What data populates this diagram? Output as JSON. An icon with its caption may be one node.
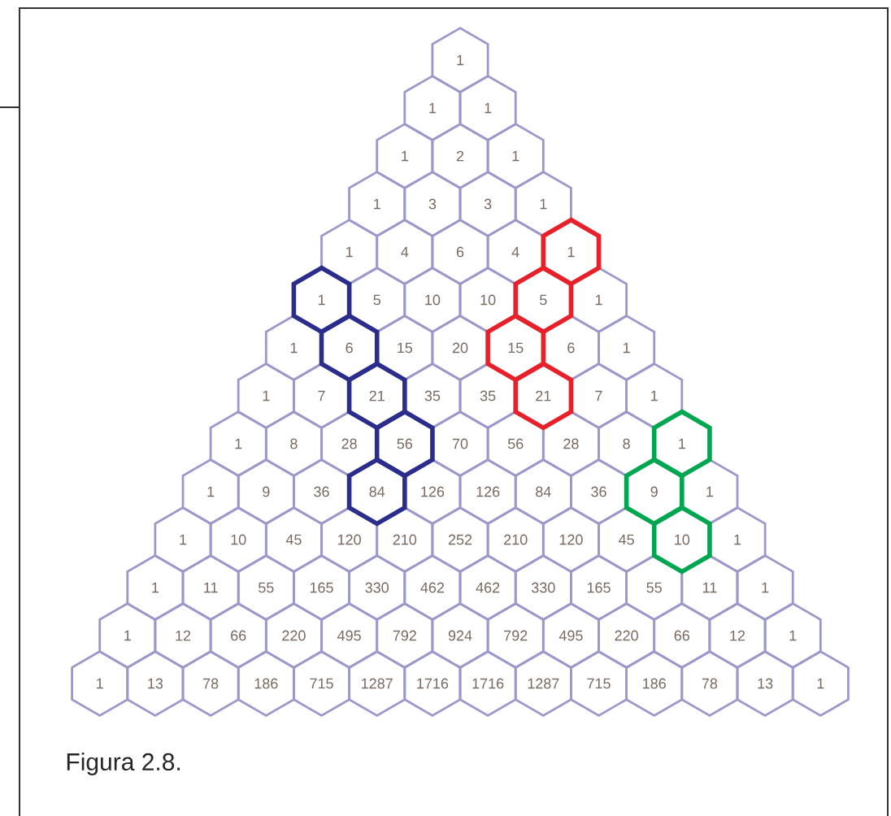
{
  "diagram": {
    "caption": "Figura 2.8.",
    "nodes": [
      {
        "text": [
          "1"
        ]
      },
      {
        "text": [
          "1"
        ]
      },
      {
        "text": [
          "1"
        ]
      },
      {
        "text": [
          "1"
        ]
      },
      {
        "text": [
          "2"
        ]
      },
      {
        "text": [
          "1"
        ]
      },
      {
        "text": [
          "1"
        ]
      },
      {
        "text": [
          "3"
        ]
      },
      {
        "text": [
          "3"
        ]
      },
      {
        "text": [
          "1"
        ]
      },
      {
        "text": [
          "1"
        ]
      },
      {
        "text": [
          "4"
        ]
      },
      {
        "text": [
          "6"
        ]
      },
      {
        "text": [
          "4"
        ]
      },
      {
        "text": [
          "1"
        ]
      },
      {
        "text": [
          "1"
        ]
      },
      {
        "text": [
          "5"
        ]
      },
      {
        "text": [
          "10"
        ]
      },
      {
        "text": [
          "10"
        ]
      },
      {
        "text": [
          "5"
        ]
      },
      {
        "text": [
          "1"
        ]
      },
      {
        "text": [
          "1"
        ]
      },
      {
        "text": [
          "6"
        ]
      },
      {
        "text": [
          "15"
        ]
      },
      {
        "text": [
          "20"
        ]
      },
      {
        "text": [
          "15"
        ]
      },
      {
        "text": [
          "6"
        ]
      },
      {
        "text": [
          "1"
        ]
      },
      {
        "text": [
          "1"
        ]
      },
      {
        "text": [
          "7"
        ]
      },
      {
        "text": [
          "21"
        ]
      },
      {
        "text": [
          "35"
        ]
      },
      {
        "text": [
          "35"
        ]
      },
      {
        "text": [
          "21"
        ]
      },
      {
        "text": [
          "7"
        ]
      },
      {
        "text": [
          "1"
        ]
      },
      {
        "text": [
          "1"
        ]
      },
      {
        "text": [
          "8"
        ]
      },
      {
        "text": [
          "28"
        ]
      },
      {
        "text": [
          "56"
        ]
      },
      {
        "text": [
          "70"
        ]
      },
      {
        "text": [
          "56"
        ]
      },
      {
        "text": [
          "28"
        ]
      },
      {
        "text": [
          "8"
        ]
      },
      {
        "text": [
          "1"
        ]
      },
      {
        "text": [
          "1"
        ]
      },
      {
        "text": [
          "9"
        ]
      },
      {
        "text": [
          "36"
        ]
      },
      {
        "text": [
          "84"
        ]
      },
      {
        "text": [
          "126"
        ]
      },
      {
        "text": [
          "126"
        ]
      },
      {
        "text": [
          "84"
        ]
      },
      {
        "text": [
          "36"
        ]
      },
      {
        "text": [
          "9"
        ]
      },
      {
        "text": [
          "1"
        ]
      },
      {
        "text": [
          "1"
        ]
      },
      {
        "text": [
          "10"
        ]
      },
      {
        "text": [
          "45"
        ]
      },
      {
        "text": [
          "120"
        ]
      },
      {
        "text": [
          "210"
        ]
      },
      {
        "text": [
          "252"
        ]
      },
      {
        "text": [
          "210"
        ]
      },
      {
        "text": [
          "120"
        ]
      },
      {
        "text": [
          "45"
        ]
      },
      {
        "text": [
          "10"
        ]
      },
      {
        "text": [
          "1"
        ]
      },
      {
        "text": [
          "1"
        ]
      },
      {
        "text": [
          "11"
        ]
      },
      {
        "text": [
          "55"
        ]
      },
      {
        "text": [
          "165"
        ]
      },
      {
        "text": [
          "330"
        ]
      },
      {
        "text": [
          "462"
        ]
      },
      {
        "text": [
          "462"
        ]
      },
      {
        "text": [
          "330"
        ]
      },
      {
        "text": [
          "165"
        ]
      },
      {
        "text": [
          "55"
        ]
      },
      {
        "text": [
          "11"
        ]
      },
      {
        "text": [
          "1"
        ]
      },
      {
        "text": [
          "1"
        ]
      },
      {
        "text": [
          "12"
        ]
      },
      {
        "text": [
          "66"
        ]
      },
      {
        "text": [
          "220"
        ]
      },
      {
        "text": [
          "495"
        ]
      },
      {
        "text": [
          "792"
        ]
      },
      {
        "text": [
          "924"
        ]
      },
      {
        "text": [
          "792"
        ]
      },
      {
        "text": [
          "495"
        ]
      },
      {
        "text": [
          "220"
        ]
      },
      {
        "text": [
          "66"
        ]
      },
      {
        "text": [
          "12"
        ]
      },
      {
        "text": [
          "1"
        ]
      },
      {
        "text": [
          "1"
        ]
      },
      {
        "text": [
          "13"
        ]
      },
      {
        "text": [
          "78"
        ]
      },
      {
        "text": [
          "186"
        ]
      },
      {
        "text": [
          "715"
        ]
      },
      {
        "text": [
          "1287"
        ]
      },
      {
        "text": [
          "1716"
        ]
      },
      {
        "text": [
          "1716"
        ]
      },
      {
        "text": [
          "1287"
        ]
      },
      {
        "text": [
          "715"
        ]
      },
      {
        "text": [
          "186"
        ]
      },
      {
        "text": [
          "78"
        ]
      },
      {
        "text": [
          "13"
        ]
      },
      {
        "text": [
          "1"
        ]
      }
    ]
  }
}
